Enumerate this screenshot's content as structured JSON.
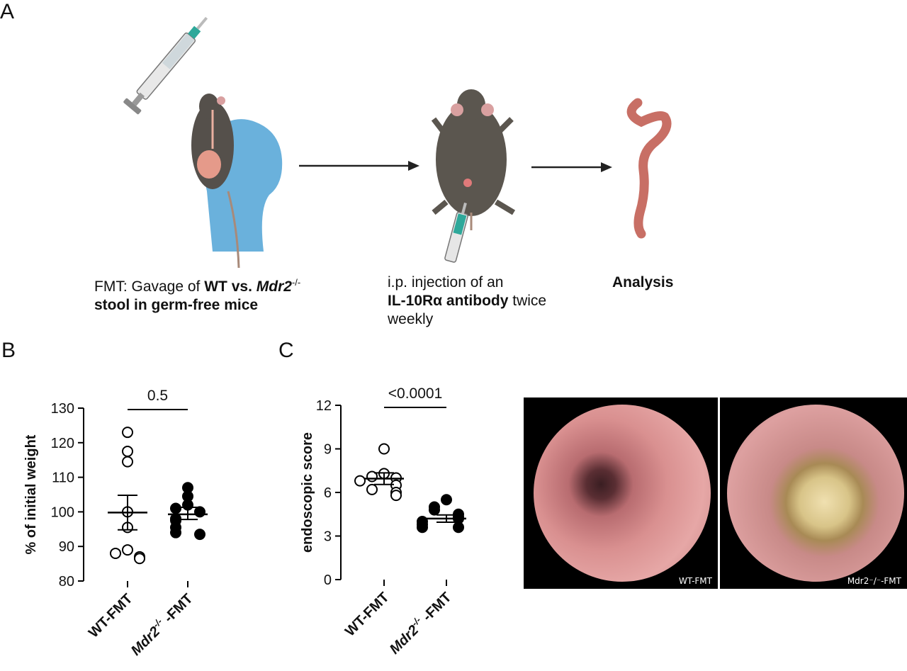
{
  "panels": {
    "a": "A",
    "b": "B",
    "c": "C"
  },
  "captions": {
    "step1_line1_pre": "FMT: Gavage of ",
    "step1_line1_bold": "WT vs. ",
    "step1_line1_italic": "Mdr2",
    "step1_line1_sup": "-/-",
    "step1_line2_bold": "stool in germ-free mice",
    "step2_line1": "i.p. injection of an",
    "step2_line2_bold": "IL-10Rα antibody",
    "step2_line2_rest": " twice",
    "step2_line3": "weekly",
    "step3_bold": "Analysis"
  },
  "photos": {
    "left_label": "WT-FMT",
    "right_label": "Mdr2⁻/⁻-FMT"
  },
  "chart_data": [
    {
      "type": "scatter",
      "ylabel": "% of initial weight",
      "ylim": [
        80,
        130
      ],
      "yticks": [
        80,
        90,
        100,
        110,
        120,
        130
      ],
      "categories": [
        {
          "name": "WT-FMT",
          "base": "WT-FMT",
          "sup": "",
          "suffix": ""
        },
        {
          "name": "Mdr2-/- -FMT",
          "base": "Mdr2",
          "sup": "-/-",
          "suffix": " -FMT"
        }
      ],
      "series": [
        {
          "category": "WT-FMT",
          "filled": false,
          "values": [
            123,
            117.5,
            114.5,
            100,
            95.5,
            89,
            88,
            87,
            86.5
          ],
          "mean": 99.8,
          "sem_upper": 104.8,
          "sem_lower": 94.8
        },
        {
          "category": "Mdr2-/- -FMT",
          "filled": true,
          "values": [
            107,
            104.5,
            102,
            101,
            100,
            98,
            97.5,
            95.5,
            94,
            93.5
          ],
          "mean": 99.3,
          "sem_upper": 101.3,
          "sem_lower": 97.8
        }
      ],
      "annotation": "0.5"
    },
    {
      "type": "scatter",
      "ylabel": "endoscopic score",
      "ylim": [
        0,
        12
      ],
      "yticks": [
        0,
        3,
        6,
        9,
        12
      ],
      "categories": [
        {
          "name": "WT-FMT",
          "base": "WT-FMT",
          "sup": "",
          "suffix": ""
        },
        {
          "name": "Mdr2-/- -FMT",
          "base": "Mdr2",
          "sup": "-/-",
          "suffix": " -FMT"
        }
      ],
      "series": [
        {
          "category": "WT-FMT",
          "filled": false,
          "values": [
            9,
            7.3,
            7.1,
            7,
            6.8,
            6.5,
            6.2,
            6.0,
            5.8
          ],
          "mean": 6.95,
          "sem_upper": 7.35,
          "sem_lower": 6.55
        },
        {
          "category": "Mdr2-/- -FMT",
          "filled": true,
          "values": [
            5.5,
            5.0,
            4.8,
            4.5,
            4.3,
            4.2,
            4.0,
            3.8,
            3.6,
            3.6
          ],
          "mean": 4.2,
          "sem_upper": 4.45,
          "sem_lower": 3.95
        }
      ],
      "annotation": "<0.0001"
    }
  ]
}
